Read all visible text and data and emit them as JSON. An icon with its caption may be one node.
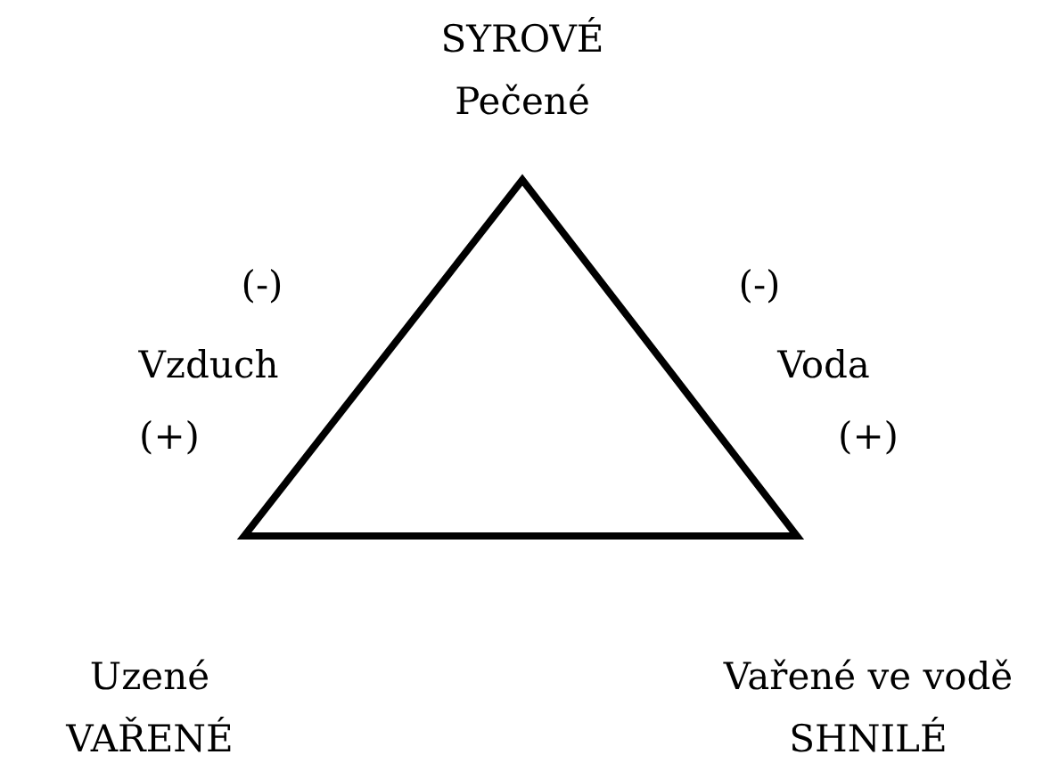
{
  "diagram": {
    "labels": [
      "SYROVÉ",
      "Pečené",
      "(-)",
      "(-)",
      "Vzduch",
      "Voda",
      "(+)",
      "(+)",
      "Uzené",
      "Vařené ve vodě",
      "VAŘENÉ",
      "SHNILÉ"
    ]
  }
}
